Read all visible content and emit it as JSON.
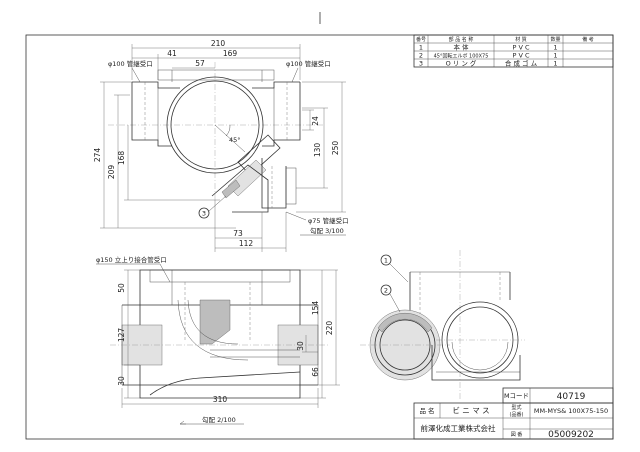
{
  "parts_table": {
    "headers": [
      "番号",
      "部 品 名 称",
      "材 質",
      "数量",
      "備 考"
    ],
    "rows": [
      [
        "1",
        "本 体",
        "P V C",
        "1",
        ""
      ],
      [
        "2",
        "45°回転エルボ 100X75",
        "P V C",
        "1",
        ""
      ],
      [
        "3",
        "O リ ン グ",
        "合 成 ゴ ム",
        "1",
        ""
      ]
    ]
  },
  "title_block": {
    "code_label": "Mコード",
    "code_value": "40719",
    "name_label": "品 名",
    "name_value": "ビ ニ マ ス",
    "model_label": "型式",
    "model_label2": "(品番)",
    "model_value": "MM-MYS& 100X75-150",
    "company": "前澤化成工業株式会社",
    "drawing_no_label": "図 番",
    "drawing_no": "05009202"
  },
  "top_view": {
    "inlet_left": "φ100 管継受口",
    "inlet_right": "φ100 管継受口",
    "outlet": "φ75 管継受口",
    "slope": "勾配 3/100",
    "angle": "45°",
    "balloon": "3",
    "dims": {
      "d210": "210",
      "d169": "169",
      "d41": "41",
      "d57": "57",
      "d274": "274",
      "d209": "209",
      "d168": "168",
      "d24": "24",
      "d130": "130",
      "d250": "250",
      "d73": "73",
      "d112": "112"
    }
  },
  "front_view": {
    "note": "φ150 立上り接合管受口",
    "slope": "勾配 2/100",
    "dims": {
      "d50": "50",
      "d127": "127",
      "d30a": "30",
      "d310": "310",
      "d154": "154",
      "d220": "220",
      "d30b": "30",
      "d66": "66"
    }
  },
  "side_view": {
    "balloon1": "1",
    "balloon2": "2"
  }
}
